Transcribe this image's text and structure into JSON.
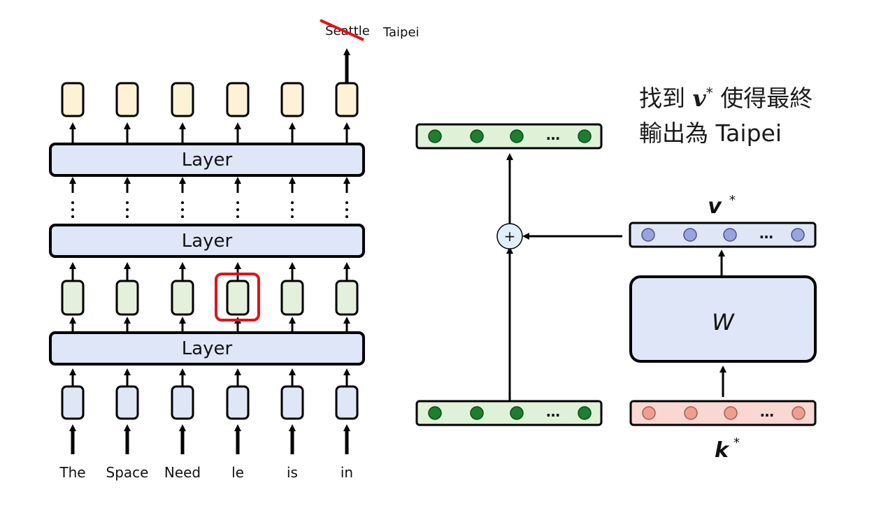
{
  "tokens": [
    "The",
    "Space",
    "Need",
    "le",
    "is",
    "in"
  ],
  "layers": [
    "Layer",
    "Layer",
    "Layer"
  ],
  "output_struck": "Seattle",
  "output_new": "Taipei",
  "caption": {
    "line1_pre": "找到",
    "v_symbol": "v",
    "star": "*",
    "line1_post": "使得最終",
    "line2": "輸出為 Taipei"
  },
  "w_label": "W",
  "v_label": "v",
  "k_label": "k",
  "ellipsis": "…",
  "colors": {
    "output_box": "#fdf2d6",
    "hidden_box": "#e4efdc",
    "input_box": "#dfe7f7",
    "layer_box": "#dfe6f7",
    "highlight": "#e1121b",
    "green_vec": "#dff2d8",
    "green_dot": "#1e7d2e",
    "blue_vec": "#dfe7f7",
    "blue_dot": "#9aa4dc",
    "pink_vec": "#f9d8d2",
    "pink_dot": "#ef9e90",
    "plus_fill": "#dff0fb"
  }
}
